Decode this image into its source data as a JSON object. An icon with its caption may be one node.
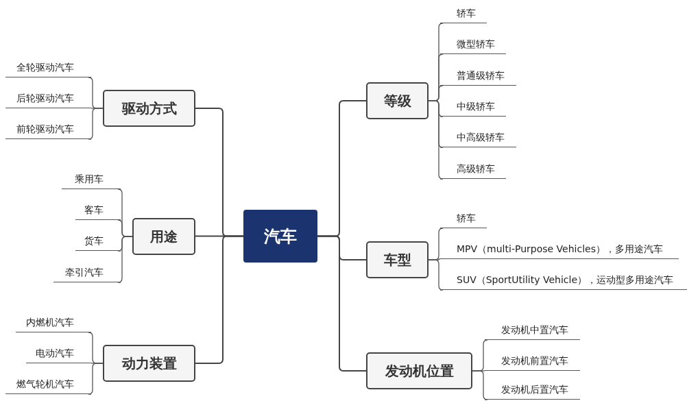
{
  "diagram": {
    "nodes": [
      {
        "text": [
          "汽车"
        ]
      },
      {
        "text": [
          "驱动方式"
        ]
      },
      {
        "text": [
          "用途"
        ]
      },
      {
        "text": [
          "动力装置"
        ]
      },
      {
        "text": [
          "等级"
        ]
      },
      {
        "text": [
          "车型"
        ]
      },
      {
        "text": [
          "发动机位置"
        ]
      },
      {
        "text": [
          "全轮驱动汽车"
        ]
      },
      {
        "text": [
          "后轮驱动汽车"
        ]
      },
      {
        "text": [
          "前轮驱动汽车"
        ]
      },
      {
        "text": [
          "乘用车"
        ]
      },
      {
        "text": [
          "客车"
        ]
      },
      {
        "text": [
          "货车"
        ]
      },
      {
        "text": [
          "牵引汽车"
        ]
      },
      {
        "text": [
          "内燃机汽车"
        ]
      },
      {
        "text": [
          "电动汽车"
        ]
      },
      {
        "text": [
          "燃气轮机汽车"
        ]
      },
      {
        "text": [
          "轿车"
        ]
      },
      {
        "text": [
          "微型轿车"
        ]
      },
      {
        "text": [
          "普通级轿车"
        ]
      },
      {
        "text": [
          "中级轿车"
        ]
      },
      {
        "text": [
          "中高级轿车"
        ]
      },
      {
        "text": [
          "高级轿车"
        ]
      },
      {
        "text": [
          "轿车"
        ]
      },
      {
        "text": [
          "MPV（multi-Purpose Vehicles），多用途汽车"
        ]
      },
      {
        "text": [
          "SUV（SportUtility Vehicle），运动型多用途汽车"
        ]
      },
      {
        "text": [
          "发动机中置汽车"
        ]
      },
      {
        "text": [
          "发动机前置汽车"
        ]
      },
      {
        "text": [
          "发动机后置汽车"
        ]
      }
    ],
    "edges": [
      {
        "from": 0,
        "to": 1,
        "arrow": "none"
      },
      {
        "from": 0,
        "to": 2,
        "arrow": "none"
      },
      {
        "from": 0,
        "to": 3,
        "arrow": "none"
      },
      {
        "from": 0,
        "to": 4,
        "arrow": "none"
      },
      {
        "from": 0,
        "to": 5,
        "arrow": "none"
      },
      {
        "from": 0,
        "to": 6,
        "arrow": "none"
      },
      {
        "from": 1,
        "to": 7,
        "arrow": "none"
      },
      {
        "from": 1,
        "to": 8,
        "arrow": "none"
      },
      {
        "from": 1,
        "to": 9,
        "arrow": "none"
      },
      {
        "from": 2,
        "to": 10,
        "arrow": "none"
      },
      {
        "from": 2,
        "to": 11,
        "arrow": "none"
      },
      {
        "from": 2,
        "to": 12,
        "arrow": "none"
      },
      {
        "from": 2,
        "to": 13,
        "arrow": "none"
      },
      {
        "from": 3,
        "to": 14,
        "arrow": "none"
      },
      {
        "from": 3,
        "to": 15,
        "arrow": "none"
      },
      {
        "from": 3,
        "to": 16,
        "arrow": "none"
      },
      {
        "from": 4,
        "to": 17,
        "arrow": "none"
      },
      {
        "from": 4,
        "to": 18,
        "arrow": "none"
      },
      {
        "from": 4,
        "to": 19,
        "arrow": "none"
      },
      {
        "from": 4,
        "to": 20,
        "arrow": "none"
      },
      {
        "from": 4,
        "to": 21,
        "arrow": "none"
      },
      {
        "from": 4,
        "to": 22,
        "arrow": "none"
      },
      {
        "from": 5,
        "to": 23,
        "arrow": "none"
      },
      {
        "from": 5,
        "to": 24,
        "arrow": "none"
      },
      {
        "from": 5,
        "to": 25,
        "arrow": "none"
      },
      {
        "from": 6,
        "to": 26,
        "arrow": "none"
      },
      {
        "from": 6,
        "to": 27,
        "arrow": "none"
      },
      {
        "from": 6,
        "to": 28,
        "arrow": "none"
      }
    ]
  }
}
